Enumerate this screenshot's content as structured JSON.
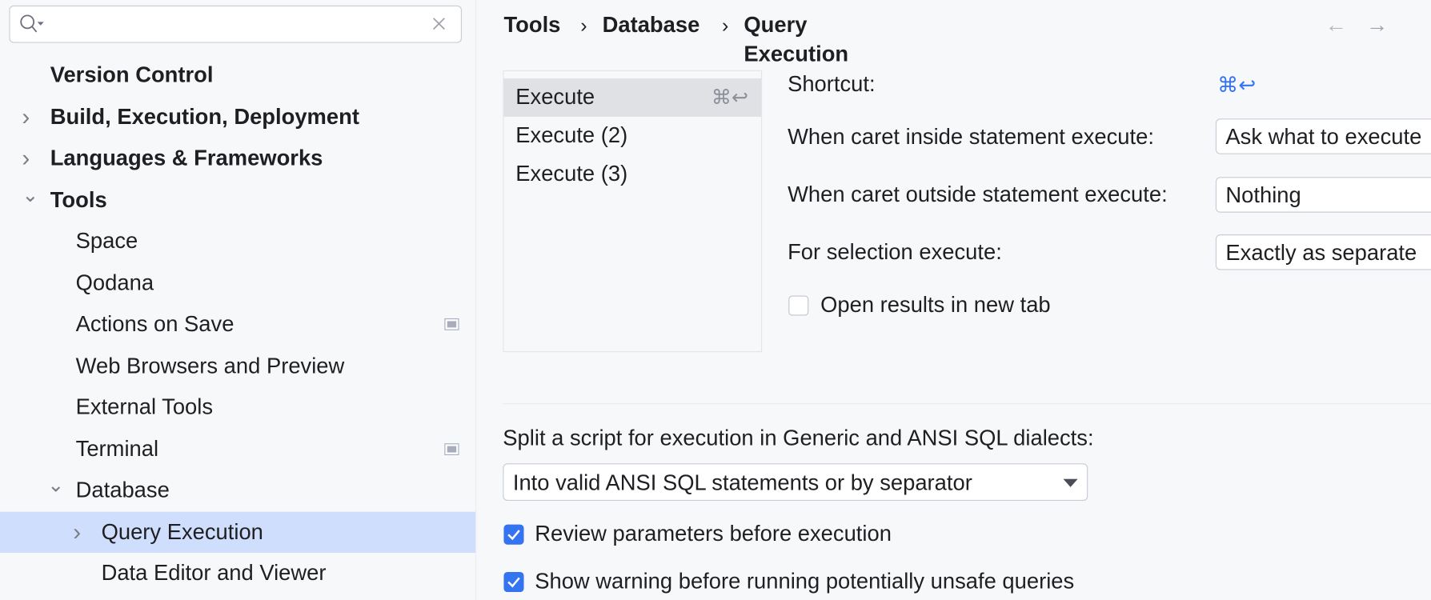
{
  "sidebar": {
    "search": {
      "value": "",
      "placeholder": ""
    },
    "items": [
      {
        "label": "Version Control",
        "level": 0,
        "bold": true
      },
      {
        "label": "Build, Execution, Deployment",
        "level": 0,
        "bold": true,
        "chevron": "right"
      },
      {
        "label": "Languages & Frameworks",
        "level": 0,
        "bold": true,
        "chevron": "right"
      },
      {
        "label": "Tools",
        "level": 0,
        "bold": true,
        "chevron": "down"
      },
      {
        "label": "Space",
        "level": 1
      },
      {
        "label": "Qodana",
        "level": 1
      },
      {
        "label": "Actions on Save",
        "level": 1,
        "badge": "project-settings-icon"
      },
      {
        "label": "Web Browsers and Preview",
        "level": 1
      },
      {
        "label": "External Tools",
        "level": 1
      },
      {
        "label": "Terminal",
        "level": 1,
        "badge": "project-settings-icon"
      },
      {
        "label": "Database",
        "level": 1,
        "chevron": "down"
      },
      {
        "label": "Query Execution",
        "level": 2,
        "chevron": "right",
        "selected": true
      },
      {
        "label": "Data Editor and Viewer",
        "level": 2
      }
    ]
  },
  "breadcrumb": {
    "items": [
      "Tools",
      "Database",
      "Query Execution"
    ],
    "separator": "›"
  },
  "nav": {
    "back": "←",
    "forward": "→"
  },
  "actions_list": [
    {
      "label": "Execute",
      "shortcut": "⌘↩",
      "selected": true
    },
    {
      "label": "Execute (2)",
      "shortcut": ""
    },
    {
      "label": "Execute (3)",
      "shortcut": ""
    }
  ],
  "settings": {
    "shortcut_label": "Shortcut:",
    "shortcut_value": "⌘↩",
    "inside_label": "When caret inside statement execute:",
    "inside_value": "Ask what to execute",
    "outside_label": "When caret outside statement execute:",
    "outside_value": "Nothing",
    "selection_label": "For selection execute:",
    "selection_value": "Exactly as separate",
    "open_new_tab_label": "Open results in new tab",
    "open_new_tab_checked": false
  },
  "split": {
    "label": "Split a script for execution in Generic and ANSI SQL dialects:",
    "value": "Into valid ANSI SQL statements or by separator"
  },
  "checkboxes": [
    {
      "label": "Review parameters before execution",
      "checked": true
    },
    {
      "label": "Show warning before running potentially unsafe queries",
      "checked": true
    }
  ],
  "colors": {
    "accent": "#3574f0",
    "selection": "#cfdefc",
    "shortcut": "#3574f0"
  }
}
